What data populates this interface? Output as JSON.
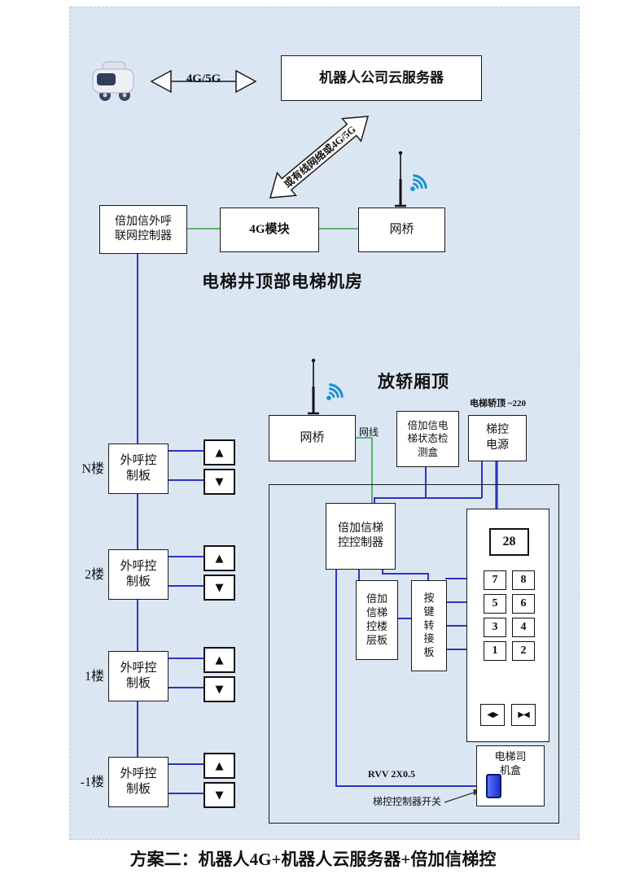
{
  "caption": "方案二：机器人4G+机器人云服务器+倍加信梯控",
  "icons": {
    "up": "▲",
    "down": "▼"
  },
  "colors": {
    "background": "#dbe6f3",
    "line_blue": "#2b35c0",
    "line_green": "#3aa04a",
    "wifi_blue": "#1691d0",
    "switch_blue": "#1d32cf"
  },
  "top": {
    "link_label": "4G/5G",
    "cloud_server_label": "机器人公司云服务器",
    "diagonal_link_label": "或有线网络或4G/5G"
  },
  "machine_room": {
    "area_label": "电梯井顶部电梯机房",
    "call_controller_line1": "倍加信外呼",
    "call_controller_line2": "联网控制器",
    "module_4g_label": "4G模块",
    "bridge_label": "网桥"
  },
  "car_top": {
    "area_label": "放轿厢顶",
    "bridge_label": "网桥",
    "net_cable_label": "网线",
    "status_box_line1": "倍加信电",
    "status_box_line2": "梯状态检",
    "status_box_line3": "测盒",
    "power_note": "电梯轿顶 ~220",
    "power_line1": "梯控",
    "power_line2": "电源",
    "controller_line1": "倍加信梯",
    "controller_line2": "控控制器",
    "floor_board_line1": "倍加",
    "floor_board_line2": "信梯",
    "floor_board_line3": "控楼",
    "floor_board_line4": "层板",
    "adapter_line1": "按",
    "adapter_line2": "键",
    "adapter_line3": "转",
    "adapter_line4": "接",
    "adapter_line5": "板",
    "display_value": "28",
    "buttons": [
      [
        "7",
        "8"
      ],
      [
        "5",
        "6"
      ],
      [
        "3",
        "4"
      ],
      [
        "1",
        "2"
      ]
    ],
    "door_open_icon": "◀▶",
    "door_close_icon": "▶◀",
    "driver_box_line1": "电梯司",
    "driver_box_line2": "机盒",
    "cable_label": "RVV 2X0.5",
    "switch_label": "梯控控制器开关"
  },
  "floors": [
    {
      "label": "N楼",
      "board_line1": "外呼控",
      "board_line2": "制板"
    },
    {
      "label": "2楼",
      "board_line1": "外呼控",
      "board_line2": "制板"
    },
    {
      "label": "1楼",
      "board_line1": "外呼控",
      "board_line2": "制板"
    },
    {
      "label": "-1楼",
      "board_line1": "外呼控",
      "board_line2": "制板"
    }
  ]
}
